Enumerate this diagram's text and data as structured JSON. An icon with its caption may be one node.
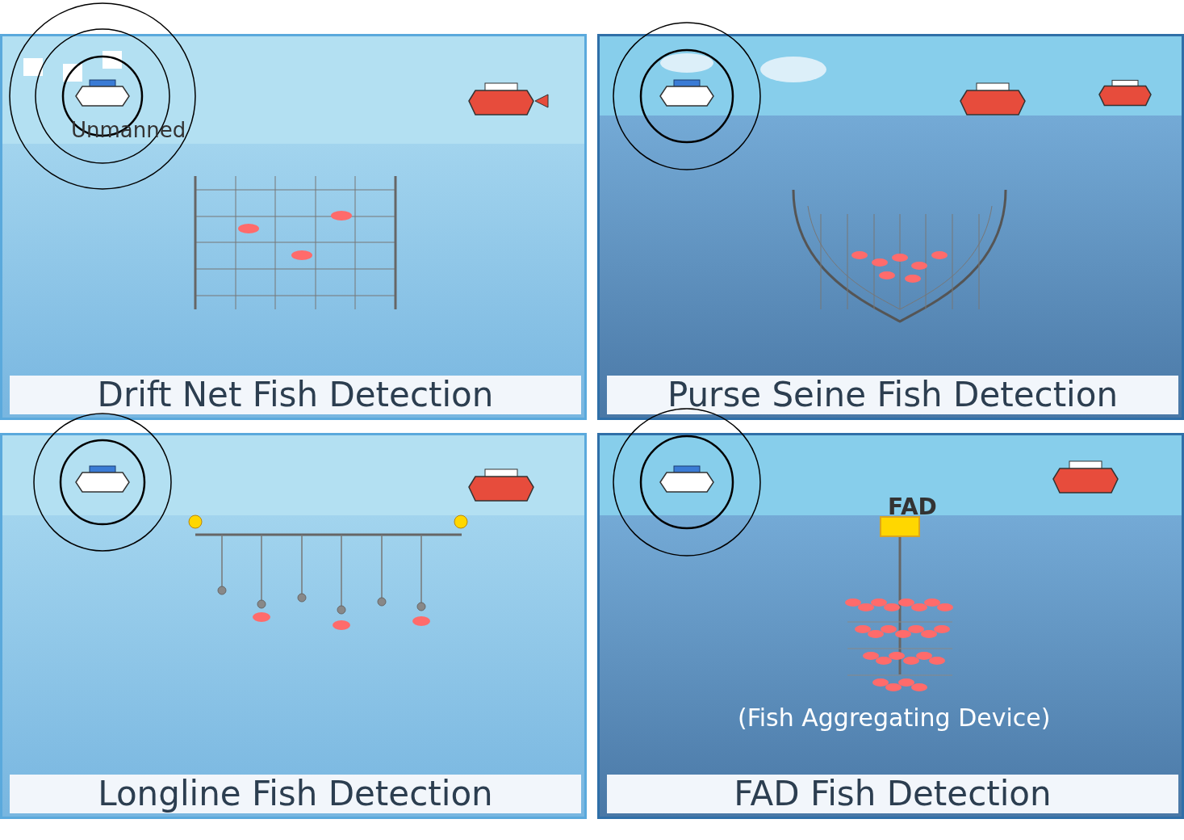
{
  "diagram": {
    "nodes": [
      {
        "text": [
          "Drift Net Fish Detection"
        ]
      },
      {
        "text": [
          "Purse Seine Fish Detection"
        ]
      },
      {
        "text": [
          "Longline Fish Detection"
        ]
      },
      {
        "text": [
          "FAD Fish Detection"
        ]
      },
      {
        "text": [
          "FAD"
        ],
        "in": 3
      }
    ],
    "labels": [
      "Unmanned",
      "(Fish Aggregating Device)"
    ]
  }
}
